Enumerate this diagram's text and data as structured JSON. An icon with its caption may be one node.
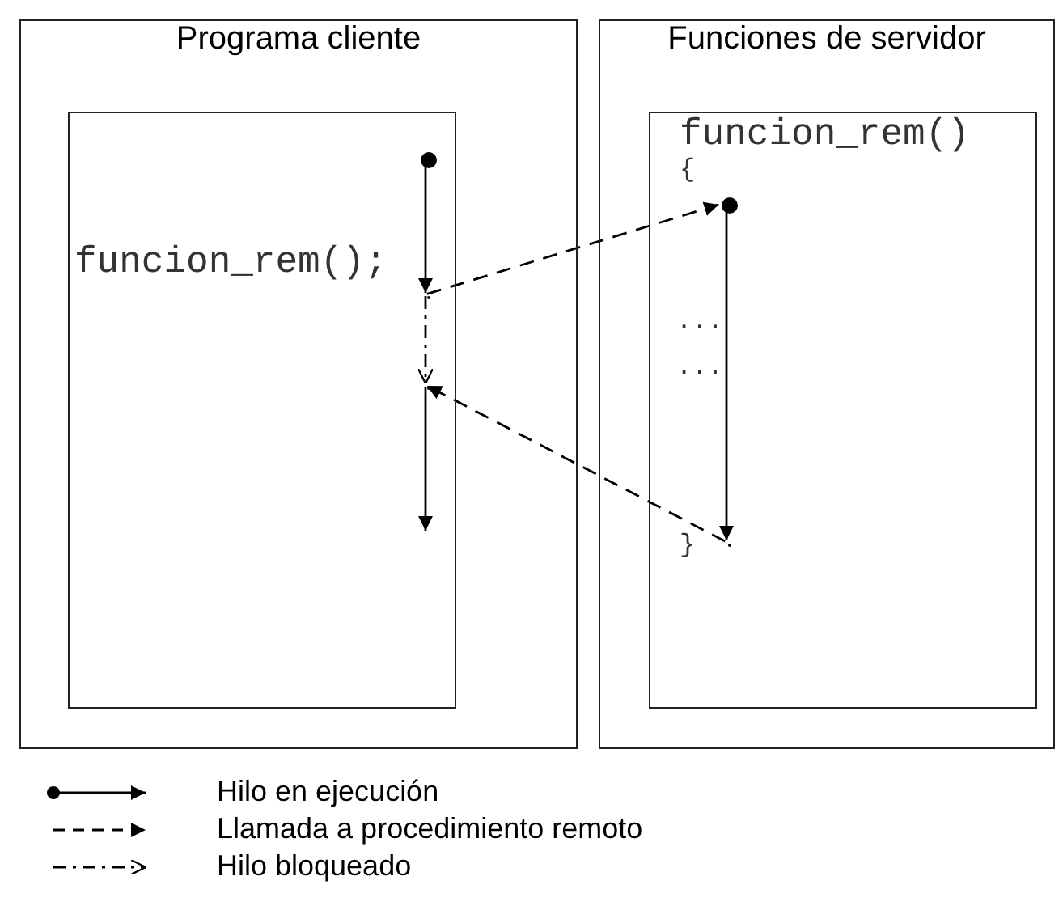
{
  "diagram": {
    "nodes": [
      {
        "text": [
          "Programa cliente"
        ]
      },
      {
        "text": [
          "funcion_rem();"
        ],
        "in": 0
      },
      {
        "text": [
          "Funciones de servidor"
        ]
      },
      {
        "text": [
          "funcion_rem()",
          "{",
          "...",
          "...",
          "}"
        ],
        "in": 2
      },
      {
        "text": [],
        "shape": "circle",
        "in": 1
      },
      {
        "text": [],
        "shape": "circle",
        "in": 3
      },
      {
        "text": [],
        "shape": "point",
        "in": 1
      },
      {
        "text": [],
        "shape": "point",
        "in": 1
      },
      {
        "text": [],
        "shape": "point",
        "in": 3
      }
    ],
    "edges": [
      {
        "from": 4,
        "to": 6,
        "arrow": "to"
      },
      {
        "from": 6,
        "to": 5,
        "arrow": "to",
        "style": "dashed"
      },
      {
        "from": 5,
        "to": 8,
        "arrow": "to"
      },
      {
        "from": 6,
        "to": 7,
        "arrow": "to",
        "style": "dashed"
      },
      {
        "from": 8,
        "to": 7,
        "arrow": "to",
        "style": "dashed"
      },
      {
        "from": 7,
        "to": null,
        "arrow": "to"
      }
    ],
    "legend": [
      {
        "text": "Hilo en ejecución"
      },
      {
        "text": "Llamada a procedimiento remoto"
      },
      {
        "text": "Hilo bloqueado"
      }
    ]
  }
}
